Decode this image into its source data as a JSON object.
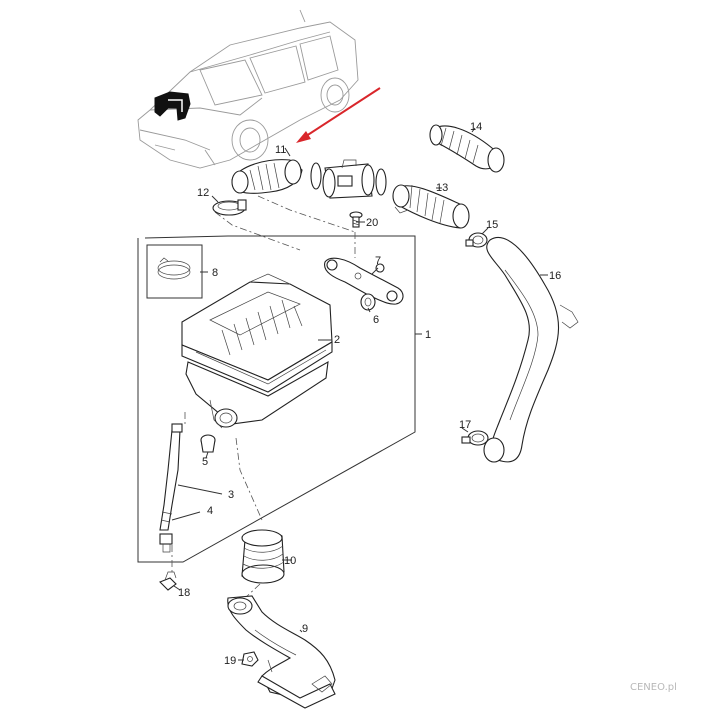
{
  "labels": {
    "p1": "1",
    "p2": "2",
    "p3": "3",
    "p4": "4",
    "p5": "5",
    "p6": "6",
    "p7": "7",
    "p8": "8",
    "p9": "9",
    "p10": "10",
    "p11": "11",
    "p12": "12",
    "p13": "13",
    "p14": "14",
    "p15": "15",
    "p16": "16",
    "p17": "17",
    "p18": "18",
    "p19": "19",
    "p20": "20"
  },
  "watermark": "CENEO.pl",
  "colors": {
    "arrow": "#d9262b",
    "ink": "#222222",
    "car": "#9a9a9a"
  }
}
